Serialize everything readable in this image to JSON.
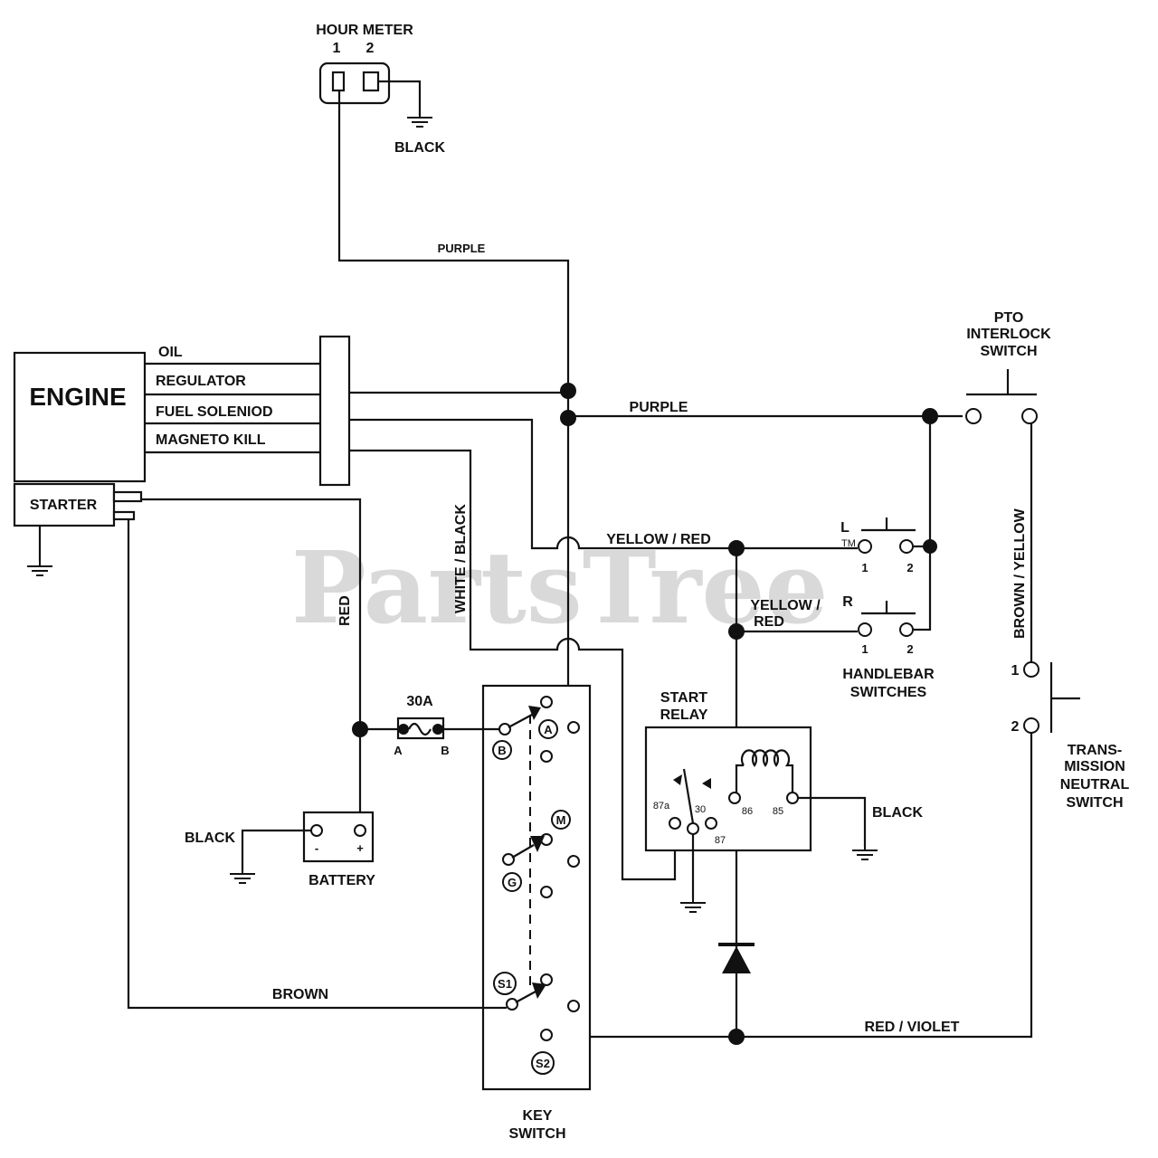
{
  "watermark": {
    "text": "PartsTree",
    "tm": "TM"
  },
  "hour_meter": {
    "title": "HOUR METER",
    "pin1": "1",
    "pin2": "2",
    "ground_wire": "BLACK"
  },
  "engine": {
    "title": "ENGINE",
    "leads": [
      "OIL",
      "REGULATOR",
      "FUEL SOLENIOD",
      "MAGNETO KILL"
    ],
    "starter": "STARTER"
  },
  "wires": {
    "purple_top": "PURPLE",
    "purple_mid": "PURPLE",
    "white_black": "WHITE / BLACK",
    "red": "RED",
    "yellow_red_1": "YELLOW / RED",
    "yellow_red_2a": "YELLOW /",
    "yellow_red_2b": "RED",
    "brown_yellow": "BROWN / YELLOW",
    "brown": "BROWN",
    "red_violet": "RED / VIOLET",
    "relay_ground": "BLACK"
  },
  "pto_switch": {
    "line1": "PTO",
    "line2": "INTERLOCK",
    "line3": "SWITCH"
  },
  "handlebar": {
    "left": "L",
    "right": "R",
    "pin1": "1",
    "pin2": "2",
    "title1": "HANDLEBAR",
    "title2": "SWITCHES"
  },
  "transmission": {
    "pin1": "1",
    "pin2": "2",
    "line1": "TRANS-",
    "line2": "MISSION",
    "line3": "NEUTRAL",
    "line4": "SWITCH"
  },
  "fuse": {
    "rating": "30A",
    "pin_a": "A",
    "pin_b": "B"
  },
  "battery": {
    "title": "BATTERY",
    "neg": "-",
    "pos": "+",
    "ground_wire": "BLACK"
  },
  "start_relay": {
    "line1": "START",
    "line2": "RELAY",
    "pins": [
      "87a",
      "30",
      "87",
      "86",
      "85"
    ]
  },
  "key_switch": {
    "line1": "KEY",
    "line2": "SWITCH",
    "terminals": [
      "A",
      "B",
      "M",
      "G",
      "S1",
      "S2"
    ]
  }
}
